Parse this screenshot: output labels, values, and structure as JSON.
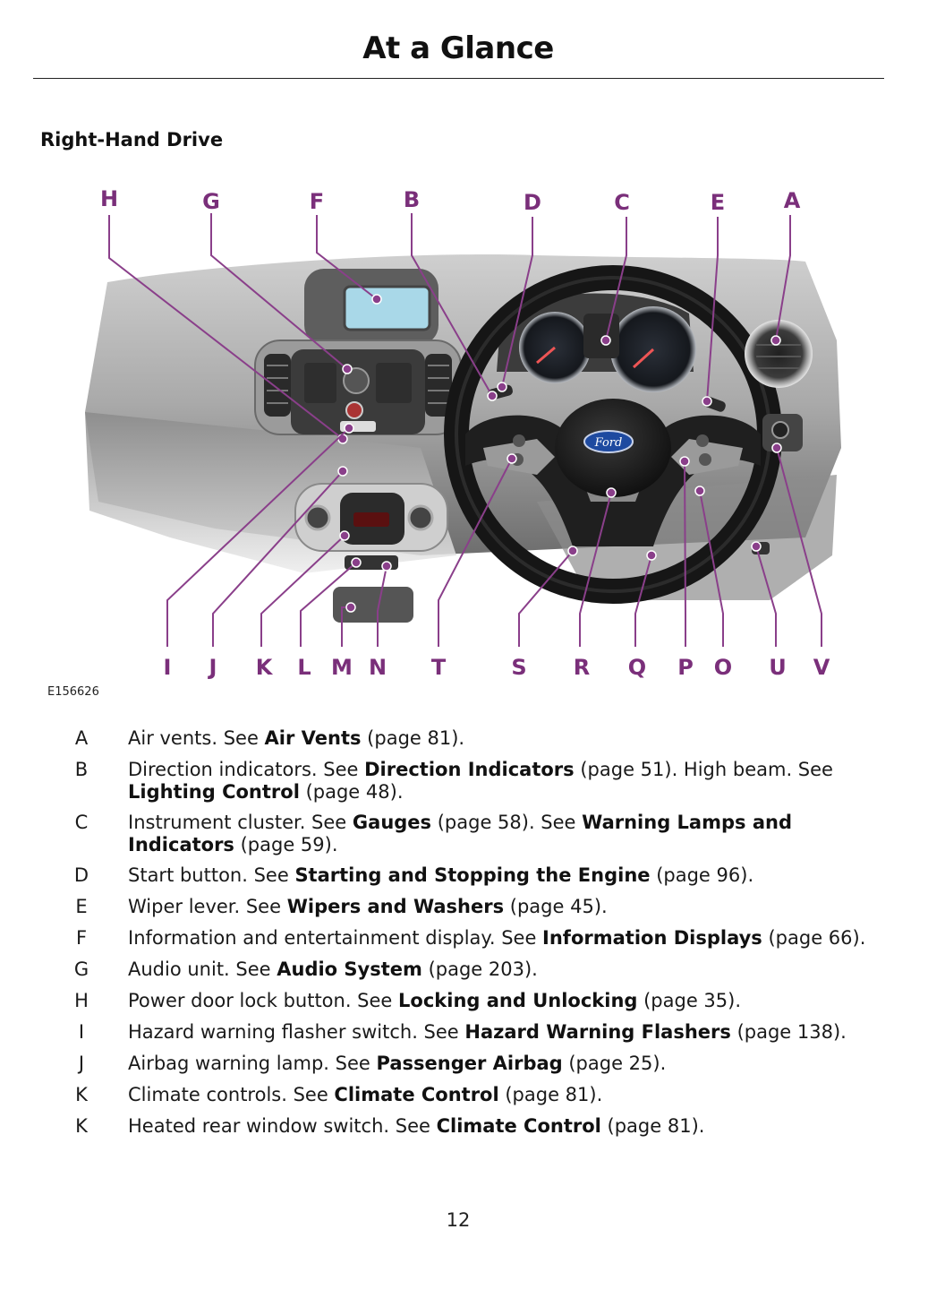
{
  "page": {
    "title": "At a Glance",
    "section_heading": "Right-Hand Drive",
    "image_code": "E156626",
    "page_number": "12"
  },
  "diagram": {
    "accent_color": "#8a3f8a",
    "top_labels": [
      "H",
      "G",
      "F",
      "B",
      "D",
      "C",
      "E",
      "A"
    ],
    "bottom_labels": [
      "I",
      "J",
      "K",
      "L",
      "M",
      "N",
      "T",
      "S",
      "R",
      "Q",
      "P",
      "O",
      "U",
      "V"
    ],
    "logo_text": "Ford"
  },
  "legend": [
    {
      "letter": "A",
      "parts": [
        {
          "t": "Air vents.  See "
        },
        {
          "t": "Air Vents",
          "b": true
        },
        {
          "t": " (page 81)."
        }
      ]
    },
    {
      "letter": "B",
      "parts": [
        {
          "t": "Direction indicators.  See "
        },
        {
          "t": "Direction Indicators",
          "b": true
        },
        {
          "t": " (page 51).  High beam.  See "
        },
        {
          "t": "Lighting Control",
          "b": true
        },
        {
          "t": " (page 48)."
        }
      ]
    },
    {
      "letter": "C",
      "parts": [
        {
          "t": "Instrument cluster.  See "
        },
        {
          "t": "Gauges",
          "b": true
        },
        {
          "t": " (page 58).  See "
        },
        {
          "t": "Warning Lamps and Indicators",
          "b": true
        },
        {
          "t": " (page 59)."
        }
      ]
    },
    {
      "letter": "D",
      "parts": [
        {
          "t": "Start button.  See "
        },
        {
          "t": "Starting and Stopping the Engine",
          "b": true
        },
        {
          "t": " (page 96)."
        }
      ]
    },
    {
      "letter": "E",
      "parts": [
        {
          "t": "Wiper lever.  See "
        },
        {
          "t": "Wipers and Washers",
          "b": true
        },
        {
          "t": " (page 45)."
        }
      ]
    },
    {
      "letter": "F",
      "parts": [
        {
          "t": "Information and entertainment display.  See "
        },
        {
          "t": "Information Displays",
          "b": true
        },
        {
          "t": " (page 66)."
        }
      ]
    },
    {
      "letter": "G",
      "parts": [
        {
          "t": "Audio unit.  See "
        },
        {
          "t": "Audio System",
          "b": true
        },
        {
          "t": " (page 203)."
        }
      ]
    },
    {
      "letter": "H",
      "parts": [
        {
          "t": "Power door lock button.  See "
        },
        {
          "t": "Locking and Unlocking",
          "b": true
        },
        {
          "t": " (page 35)."
        }
      ]
    },
    {
      "letter": "I",
      "parts": [
        {
          "t": "Hazard warning flasher switch.  See "
        },
        {
          "t": "Hazard Warning Flashers",
          "b": true
        },
        {
          "t": " (page 138)."
        }
      ]
    },
    {
      "letter": "J",
      "parts": [
        {
          "t": "Airbag warning lamp.  See "
        },
        {
          "t": "Passenger Airbag",
          "b": true
        },
        {
          "t": " (page 25)."
        }
      ]
    },
    {
      "letter": "K",
      "parts": [
        {
          "t": "Climate controls.  See "
        },
        {
          "t": "Climate Control",
          "b": true
        },
        {
          "t": " (page 81)."
        }
      ]
    },
    {
      "letter": "K",
      "parts": [
        {
          "t": "Heated rear window switch.  See "
        },
        {
          "t": "Climate Control",
          "b": true
        },
        {
          "t": " (page 81)."
        }
      ]
    }
  ]
}
